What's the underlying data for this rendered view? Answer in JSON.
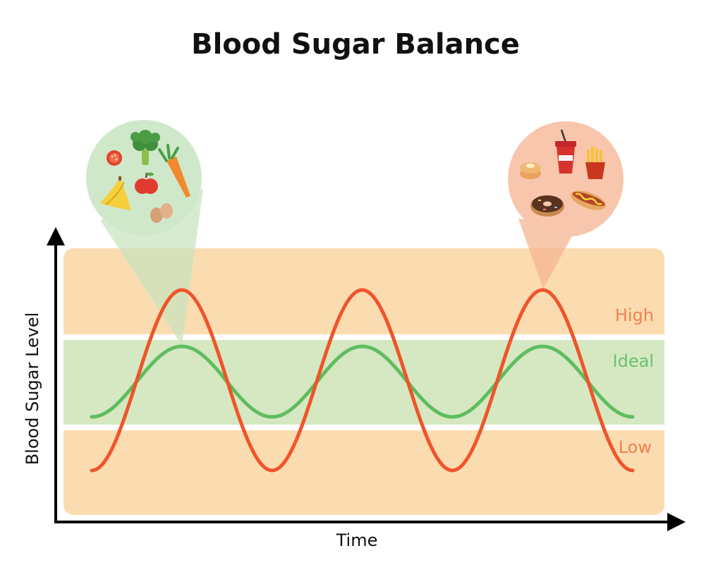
{
  "title": "Blood Sugar Balance",
  "axes": {
    "x_label": "Time",
    "y_label": "Blood Sugar Level"
  },
  "zones": [
    {
      "key": "high",
      "label": "High",
      "color": "#f08050",
      "fill": "#fbdcb0"
    },
    {
      "key": "ideal",
      "label": "Ideal",
      "color": "#6cc070",
      "fill": "#d5e8c2"
    },
    {
      "key": "low",
      "label": "Low",
      "color": "#f08050",
      "fill": "#fbdcb0"
    }
  ],
  "curves": {
    "unbalanced": {
      "color": "#f0542a",
      "peaks": 3
    },
    "balanced": {
      "color": "#5fbd5f",
      "peaks": 3
    }
  },
  "callouts": {
    "healthy": {
      "bubble_color": "#cfe8c9",
      "pointer_color": "#c6e3bd",
      "items": [
        "broccoli-icon",
        "tomato-icon",
        "carrot-icon",
        "apple-icon",
        "banana-icon",
        "eggs-icon"
      ]
    },
    "junk": {
      "bubble_color": "#f8c6ac",
      "pointer_color": "#f5b592",
      "items": [
        "soda-cup-icon",
        "fries-icon",
        "pancake-icon",
        "donut-icon",
        "hotdog-icon"
      ]
    }
  }
}
